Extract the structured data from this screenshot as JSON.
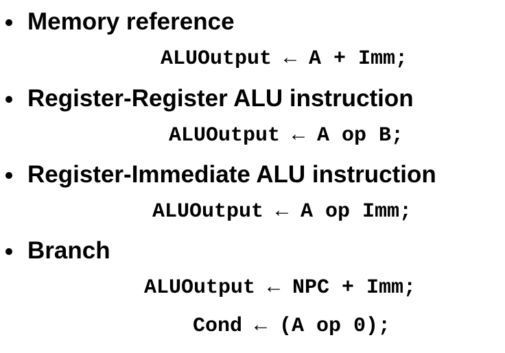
{
  "items": [
    {
      "heading": "Memory reference",
      "code": [
        "ALUOutput ← A + Imm;"
      ]
    },
    {
      "heading": "Register-Register ALU instruction",
      "code": [
        "ALUOutput ← A op B;"
      ]
    },
    {
      "heading": "Register-Immediate ALU instruction",
      "code": [
        "ALUOutput ← A op Imm;"
      ]
    },
    {
      "heading": "Branch",
      "code": [
        "ALUOutput ← NPC + Imm;",
        "Cond ← (A op 0);"
      ]
    }
  ]
}
